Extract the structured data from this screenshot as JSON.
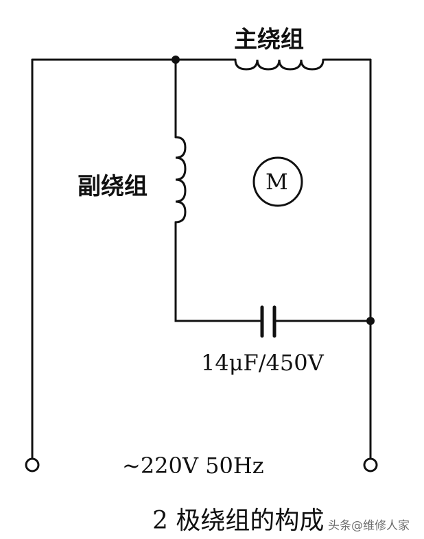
{
  "labels": {
    "main_winding": "主绕组",
    "aux_winding": "副绕组",
    "motor": "M",
    "capacitor": "14μF/450V",
    "supply": "~220V 50Hz",
    "caption": "2 极绕组的构成",
    "watermark": "头条@维修人家"
  },
  "colors": {
    "line": "#111111",
    "background": "#ffffff"
  }
}
